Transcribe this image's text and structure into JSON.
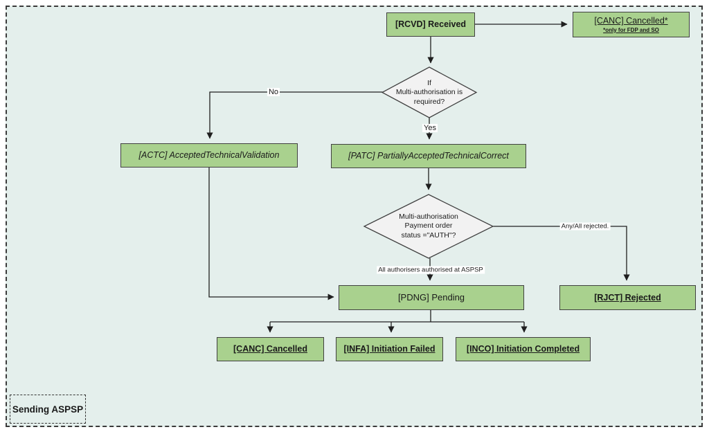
{
  "lane": {
    "label": "Sending ASPSP"
  },
  "nodes": {
    "rcvd": {
      "label": "[RCVD] Received"
    },
    "canc_top": {
      "label": "[CANC] Cancelled*",
      "note": "*only for FDP and SO"
    },
    "decision1": {
      "label": "If\nMulti-authorisation is\nrequired?"
    },
    "actc": {
      "label": "[ACTC] AcceptedTechnicalValidation"
    },
    "patc": {
      "label": "[PATC] PartiallyAcceptedTechnicalCorrect"
    },
    "decision2": {
      "label": "Multi-authorisation\nPayment order\nstatus =\"AUTH\"?"
    },
    "rjct": {
      "label": "[RJCT] Rejected"
    },
    "pdng": {
      "label": "[PDNG] Pending"
    },
    "canc_bottom": {
      "label": "[CANC] Cancelled"
    },
    "infa": {
      "label": "[INFA] Initiation Failed"
    },
    "inco": {
      "label": "[INCO] Initiation Completed"
    }
  },
  "edge_labels": {
    "no": "No",
    "yes": "Yes",
    "any_all_rejected": "Any/All rejected.",
    "all_authorised": "All authorisers authorised at ASPSP"
  },
  "colors": {
    "lane_background": "#e4efec",
    "node_fill": "#a9d18e",
    "node_border": "#404040",
    "decision_fill": "#f2f2f2",
    "connector": "#1f1f1f",
    "lane_border": "#3a3a3a"
  }
}
